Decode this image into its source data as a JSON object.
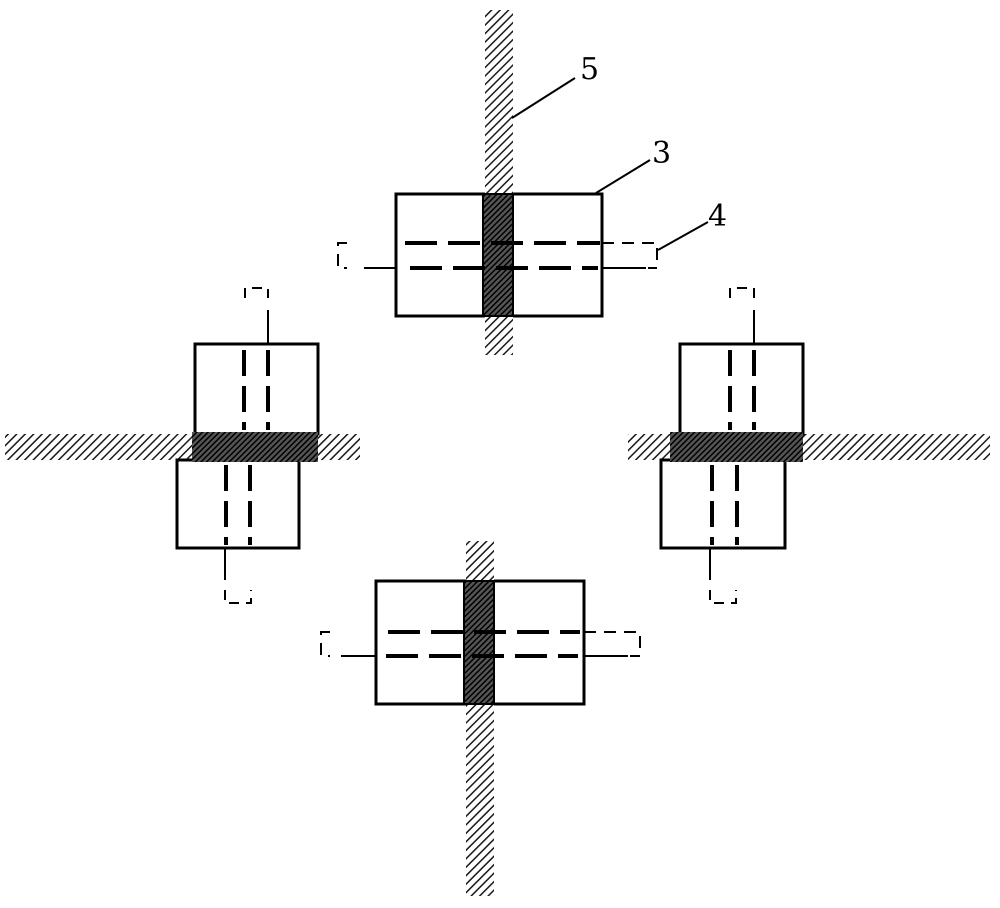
{
  "figure": {
    "labels": [
      {
        "id": "label-5",
        "text": "5"
      },
      {
        "id": "label-3",
        "text": "3"
      },
      {
        "id": "label-4",
        "text": "4"
      }
    ]
  },
  "colors": {
    "stroke": "#000000",
    "hatch": "#2a2a2a",
    "background": "#ffffff"
  }
}
